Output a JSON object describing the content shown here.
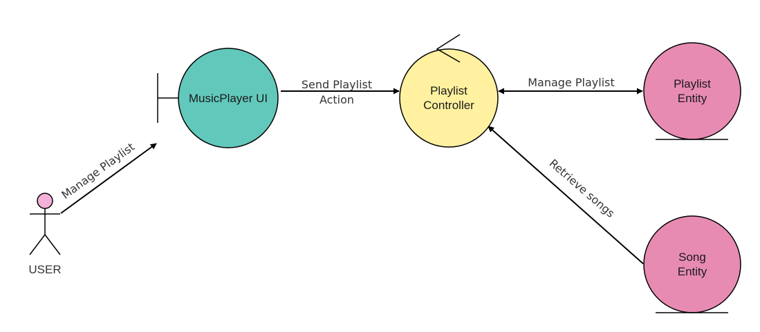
{
  "colors": {
    "boundary_fill": "#62c8bc",
    "controller_fill": "#fff1a0",
    "entity_fill": "#e78bb3",
    "actor_head_fill": "#f4b0d7",
    "stroke": "#000000"
  },
  "nodes": {
    "boundary": {
      "line1": "MusicPlayer UI"
    },
    "controller": {
      "line1": "Playlist",
      "line2": "Controller"
    },
    "playlist_entity": {
      "line1": "Playlist",
      "line2": "Entity"
    },
    "song_entity": {
      "line1": "Song",
      "line2": "Entity"
    },
    "actor": {
      "label": "USER"
    }
  },
  "edges": {
    "user_to_ui": {
      "label": "Manage Playlist"
    },
    "ui_to_controller": {
      "line1": "Send Playlist",
      "line2": "Action"
    },
    "controller_to_playlist": {
      "label": "Manage Playlist"
    },
    "song_to_controller": {
      "label": "Retrieve songs"
    }
  }
}
